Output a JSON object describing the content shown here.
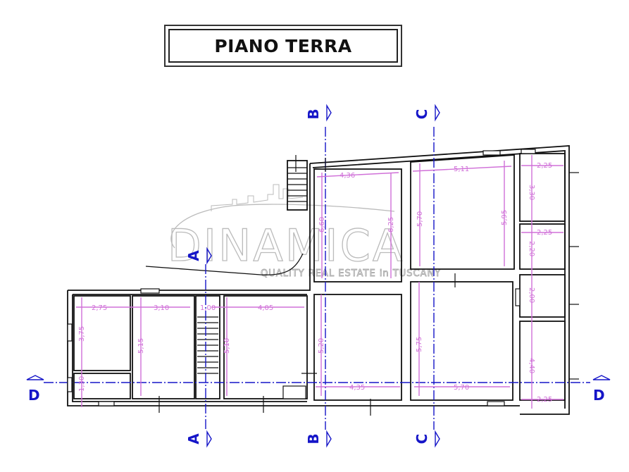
{
  "title": "PIANO TERRA",
  "watermark": {
    "brand": "DINAMICA",
    "tagline": "QUALITY REAL ESTATE in TUSCANY"
  },
  "section_markers": {
    "A": "A",
    "B": "B",
    "C": "C",
    "D": "D"
  },
  "colors": {
    "walls": "#111111",
    "dimensions": "#d070d8",
    "section_lines": "#1515c8",
    "watermark": "#bbbbbb"
  },
  "dimensions": {
    "room_b_top_width": "4,36",
    "room_b_top_height_left": "6,60",
    "room_b_top_height_right": "6,25",
    "room_c_top_width": "5,11",
    "room_c_top_height_left": "5,70",
    "room_c_top_height_right": "5,95",
    "right_room_1_width": "2,25",
    "right_room_1_height": "3,30",
    "right_room_2_width": "2,25",
    "right_room_2_height": "2,20",
    "right_room_3_height": "2,00",
    "right_room_4_height": "4,40",
    "right_room_4_width": "2,25",
    "left_room_1_width": "2,75",
    "left_room_1_height": "3,75",
    "left_room_small_height": "1,30",
    "left_room_2_width": "3,10",
    "left_room_2_height": "5,15",
    "stair_width": "1,00",
    "mid_room_width": "4,05",
    "mid_room_height": "5,10",
    "room_b_bottom_height": "5,20",
    "room_b_bottom_width": "4,35",
    "room_c_bottom_height": "5,75",
    "room_c_bottom_width": "5,70"
  }
}
